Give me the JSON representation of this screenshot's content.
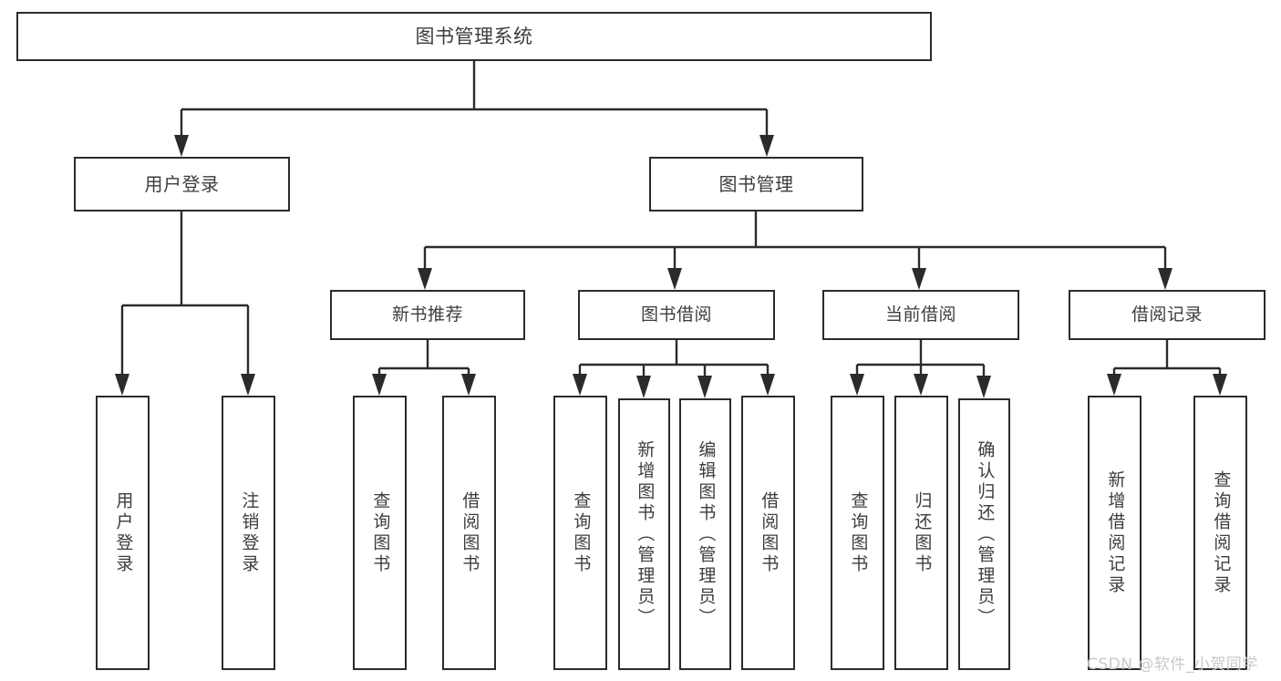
{
  "diagram": {
    "type": "tree",
    "title": "图书管理系统",
    "root": {
      "label": "图书管理系统"
    },
    "level1": [
      {
        "label": "用户登录"
      },
      {
        "label": "图书管理"
      }
    ],
    "level2": [
      {
        "label": "新书推荐",
        "parent": "图书管理"
      },
      {
        "label": "图书借阅",
        "parent": "图书管理"
      },
      {
        "label": "当前借阅",
        "parent": "图书管理"
      },
      {
        "label": "借阅记录",
        "parent": "图书管理"
      }
    ],
    "leaves": {
      "user_login": [
        {
          "label": "用户登录"
        },
        {
          "label": "注销登录"
        }
      ],
      "new_book_recommend": [
        {
          "label": "查询图书"
        },
        {
          "label": "借阅图书"
        }
      ],
      "book_borrow": [
        {
          "label": "查询图书"
        },
        {
          "label": "新增图书（管理员）"
        },
        {
          "label": "编辑图书（管理员）"
        },
        {
          "label": "借阅图书"
        }
      ],
      "current_borrow": [
        {
          "label": "查询图书"
        },
        {
          "label": "归还图书"
        },
        {
          "label": "确认归还（管理员）"
        }
      ],
      "borrow_record": [
        {
          "label": "新增借阅记录"
        },
        {
          "label": "查询借阅记录"
        }
      ]
    }
  },
  "watermark": {
    "text": "CSDN @软件_小贺同学"
  },
  "colors": {
    "border": "#2b2b2b",
    "text": "#3d3d3d",
    "background": "#ffffff",
    "watermark": "#c9c9c9"
  }
}
